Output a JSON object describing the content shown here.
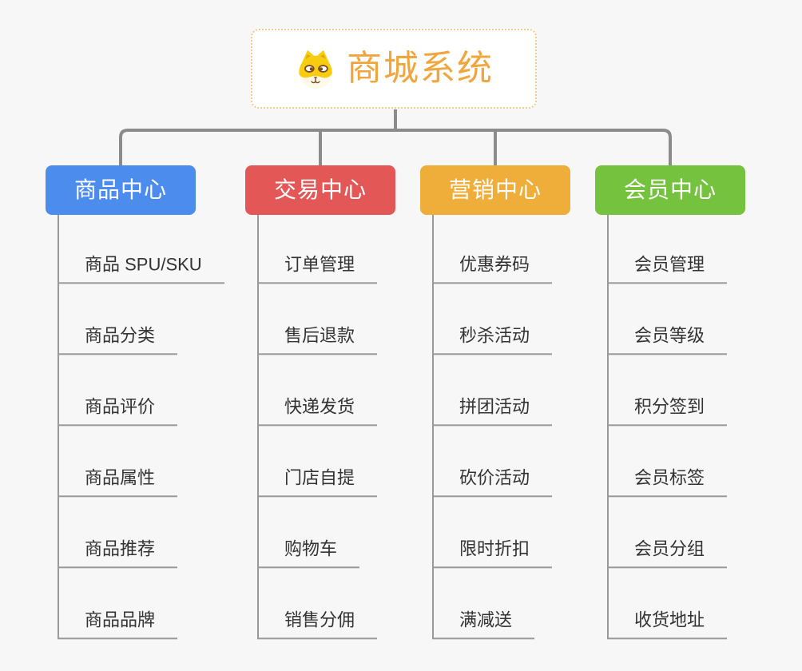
{
  "background": "#F7F7F7",
  "connector_color": "#8C8C8C",
  "leaf_line_color": "#999999",
  "leaf_text_color": "#333333",
  "root": {
    "title": "商城系统",
    "icon": "dog-face-icon",
    "title_color": "#F0A63C",
    "border_color": "#F3CB85"
  },
  "branches": [
    {
      "label": "商品中心",
      "color": "#4B8CEC",
      "children": [
        "商品 SPU/SKU",
        "商品分类",
        "商品评价",
        "商品属性",
        "商品推荐",
        "商品品牌"
      ]
    },
    {
      "label": "交易中心",
      "color": "#E35757",
      "children": [
        "订单管理",
        "售后退款",
        "快递发货",
        "门店自提",
        "购物车",
        "销售分佣"
      ]
    },
    {
      "label": "营销中心",
      "color": "#EFAD39",
      "children": [
        "优惠券码",
        "秒杀活动",
        "拼团活动",
        "砍价活动",
        "限时折扣",
        "满减送"
      ]
    },
    {
      "label": "会员中心",
      "color": "#75C23E",
      "children": [
        "会员管理",
        "会员等级",
        "积分签到",
        "会员标签",
        "会员分组",
        "收货地址"
      ]
    }
  ]
}
